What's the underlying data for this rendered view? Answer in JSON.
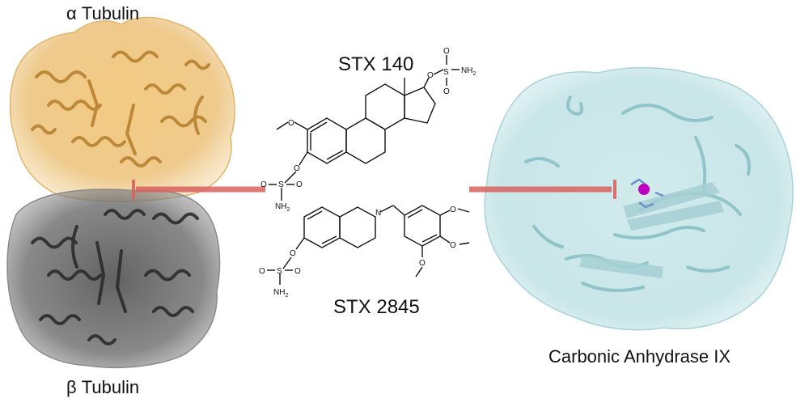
{
  "labels": {
    "alpha_tubulin": "α Tubulin",
    "beta_tubulin": "β Tubulin",
    "compound_1": "STX 140",
    "compound_2": "STX 2845",
    "target_right": "Carbonic Anhydrase IX"
  },
  "chem_atoms": {
    "O": "O",
    "S": "S",
    "N": "N",
    "NH2": "NH",
    "sub2": "2"
  },
  "colors": {
    "alpha_tubulin": "#e8b15a",
    "beta_tubulin": "#4a4a4a",
    "carbonic_anhydrase": "#bfe3e6",
    "inhibition_bar": "#d9625f",
    "zinc_ion": "#c000c0"
  }
}
